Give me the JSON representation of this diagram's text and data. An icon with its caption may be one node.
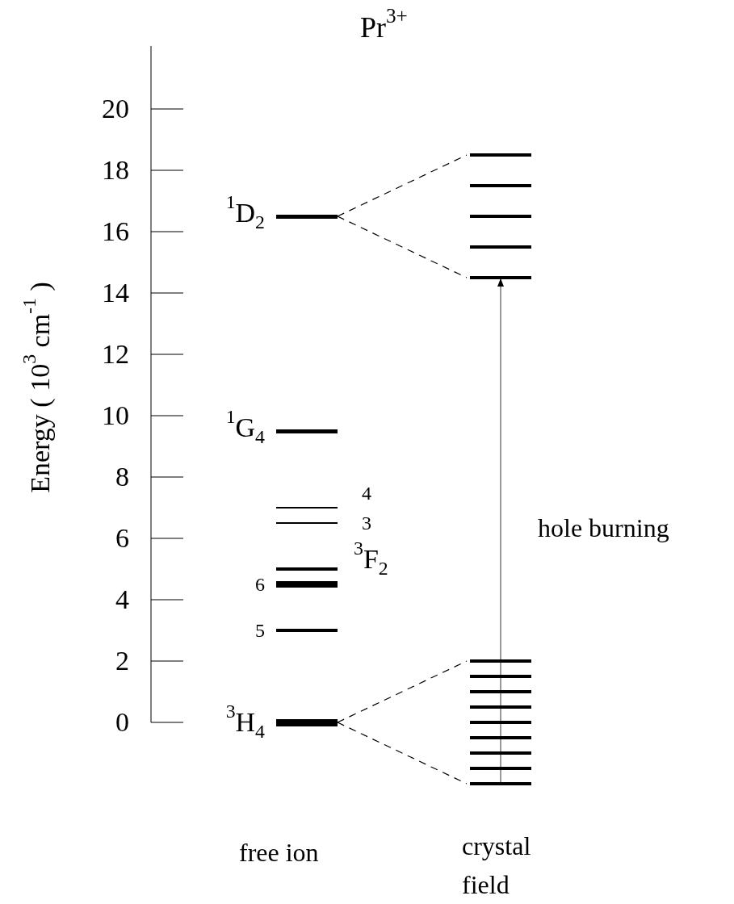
{
  "diagram": {
    "title": "Pr$^{3+}$",
    "nodes": [
      {
        "text": [
          "$^{1}$D$_{2}$"
        ]
      },
      {
        "text": [
          "$^{1}$G$_{4}$"
        ]
      },
      {
        "text": [
          "4"
        ]
      },
      {
        "text": [
          "3"
        ]
      },
      {
        "text": [
          "$^{3}$F$_{2}$"
        ]
      },
      {
        "text": [
          "6"
        ]
      },
      {
        "text": [
          "5"
        ]
      },
      {
        "text": [
          "$^{3}$H$_{4}$"
        ]
      },
      {
        "text": [],
        "shape": "bar"
      },
      {
        "text": [],
        "shape": "bar"
      },
      {
        "text": [],
        "shape": "bar"
      },
      {
        "text": [],
        "shape": "bar"
      },
      {
        "text": [],
        "shape": "bar"
      },
      {
        "text": [],
        "shape": "bar"
      },
      {
        "text": [],
        "shape": "bar"
      },
      {
        "text": [],
        "shape": "bar"
      },
      {
        "text": [],
        "shape": "bar"
      },
      {
        "text": [],
        "shape": "bar"
      },
      {
        "text": [],
        "shape": "bar"
      },
      {
        "text": [],
        "shape": "bar"
      },
      {
        "text": [],
        "shape": "bar"
      },
      {
        "text": [],
        "shape": "bar"
      }
    ],
    "edges": [
      {
        "from": 0,
        "to": 8,
        "arrow": "none",
        "style": "dashed"
      },
      {
        "from": 0,
        "to": 12,
        "arrow": "none",
        "style": "dashed"
      },
      {
        "from": 7,
        "to": 13,
        "arrow": "none",
        "style": "dashed"
      },
      {
        "from": 7,
        "to": 21,
        "arrow": "none",
        "style": "dashed"
      },
      {
        "from": 21,
        "to": 12,
        "arrow": "to",
        "label": "hole burning"
      }
    ],
    "labels": [
      "20",
      "18",
      "16",
      "14",
      "12",
      "10",
      "8",
      "6",
      "4",
      "2",
      "0",
      "Energy ( 10$^{3}$  cm$^{-1}$ )",
      "free ion",
      "crystal field"
    ]
  }
}
